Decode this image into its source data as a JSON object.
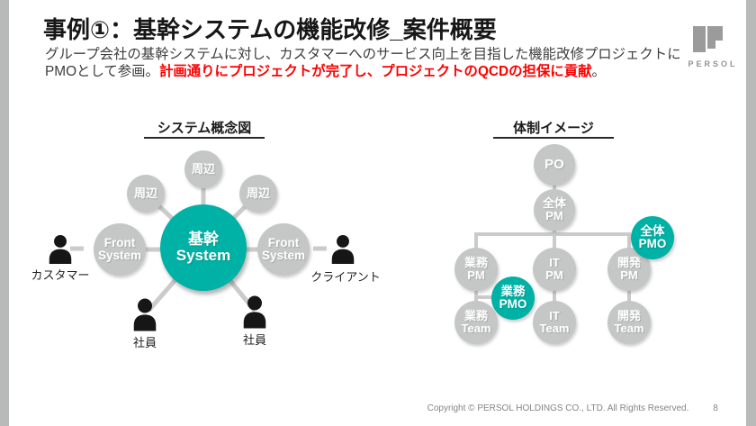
{
  "slide": {
    "title": "事例①：基幹システムの機能改修_案件概要",
    "lead": {
      "normal_start": "グループ会社の基幹システムに対し、カスタマーへのサービス向上を目指した機能改修プロジェクトにPMOとして参画。",
      "highlight": "計画通りにプロジェクトが完了し、プロジェクトのQCDの担保に貢献",
      "normal_end": "。",
      "highlight_color": "#ff0000"
    }
  },
  "logo": {
    "wordmark": "PERSOL",
    "mark_color": "#9b9b9b"
  },
  "system_diagram": {
    "heading": "システム概念図",
    "core_node": "基幹\nSystem",
    "front_node_left": "Front\nSystem",
    "front_node_right": "Front\nSystem",
    "peripheral_top": "周辺",
    "peripheral_left": "周辺",
    "peripheral_right": "周辺",
    "actor_customer": "カスタマー",
    "actor_client": "クライアント",
    "actor_employee_left": "社員",
    "actor_employee_right": "社員"
  },
  "org_diagram": {
    "heading": "体制イメージ",
    "po": "PO",
    "overall_pm": "全体\nPM",
    "overall_pmo": "全体\nPMO",
    "biz_pm": "業務\nPM",
    "biz_pmo": "業務\nPMO",
    "it_pm": "IT\nPM",
    "dev_pm": "開発\nPM",
    "biz_team": "業務\nTeam",
    "it_team": "IT\nTeam",
    "dev_team": "開発\nTeam"
  },
  "footer": {
    "copyright": "Copyright © PERSOL HOLDINGS CO., LTD. All Rights Reserved.",
    "page_number": "8"
  },
  "colors": {
    "accent_teal": "#00b1a5",
    "node_gray": "#c5c6c6",
    "connector_gray": "#cacbca",
    "highlight_red": "#ff0000"
  }
}
